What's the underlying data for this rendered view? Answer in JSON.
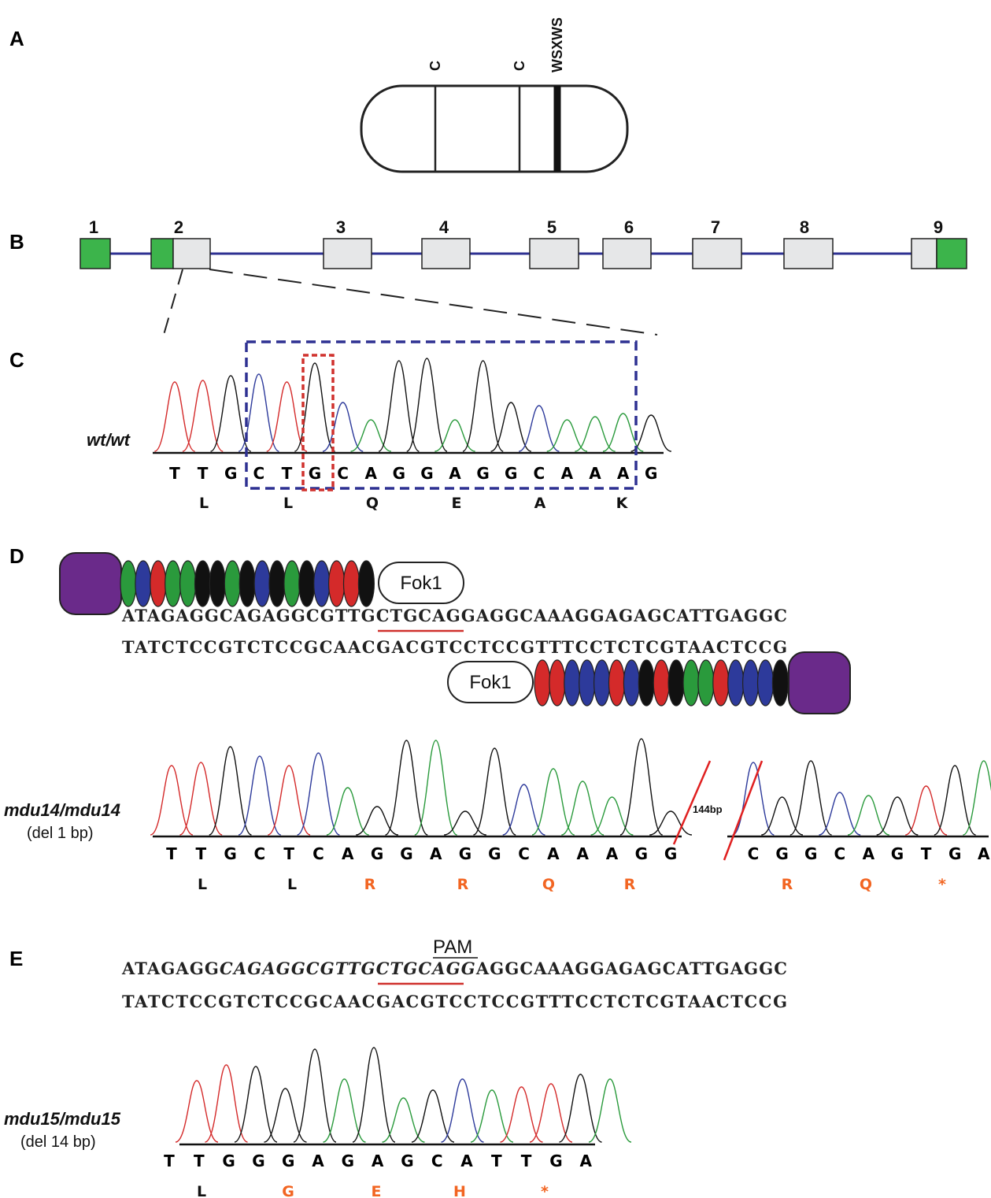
{
  "panels": {
    "A": "A",
    "B": "B",
    "C": "C",
    "D": "D",
    "E": "E"
  },
  "colors": {
    "exon_utr": "#3cb44b",
    "exon_cds": "#e6e7e8",
    "intron": "#2e3192",
    "box_dashed_blue": "#2e3192",
    "box_red": "#d0312d",
    "mutant_aa": "#f26522",
    "base_A": "#2a9a3c",
    "base_C": "#2d3a9b",
    "base_G": "#111111",
    "base_T": "#d42a2a",
    "tale_anchor": "#6a2a8a"
  },
  "panel_a": {
    "labels": [
      "C",
      "C",
      "WSXWS"
    ]
  },
  "panel_b": {
    "exons": [
      {
        "num": "1",
        "type": "utr"
      },
      {
        "num": "2",
        "type": "utr+cds"
      },
      {
        "num": "3",
        "type": "cds"
      },
      {
        "num": "4",
        "type": "cds"
      },
      {
        "num": "5",
        "type": "cds"
      },
      {
        "num": "6",
        "type": "cds"
      },
      {
        "num": "7",
        "type": "cds"
      },
      {
        "num": "8",
        "type": "cds"
      },
      {
        "num": "9",
        "type": "cds+utr"
      }
    ]
  },
  "panel_c": {
    "genotype": "wt/wt",
    "bases": [
      "T",
      "T",
      "G",
      "C",
      "T",
      "G",
      "C",
      "A",
      "G",
      "G",
      "A",
      "G",
      "G",
      "C",
      "A",
      "A",
      "A",
      "G"
    ],
    "aa": [
      {
        "aa": "L",
        "mutant": false
      },
      {
        "aa": "L",
        "mutant": false
      },
      {
        "aa": "Q",
        "mutant": false
      },
      {
        "aa": "E",
        "mutant": false
      },
      {
        "aa": "A",
        "mutant": false
      },
      {
        "aa": "K",
        "mutant": false
      }
    ]
  },
  "panel_d": {
    "fok_label": "Fok1",
    "dna_top": "ATAGAGGCAGAGGCGTTGCTGCAGGAGGCAAAGGAGAGCATTGAGGC",
    "dna_bottom": "TATCTCCGTCTCCGCAACGACGTCCTCCGTTTCCTCTCGTAACTCCG",
    "left_repeats": [
      "A",
      "C",
      "T",
      "A",
      "A",
      "G",
      "G",
      "A",
      "G",
      "C",
      "G",
      "A",
      "G",
      "C",
      "T",
      "T",
      "G"
    ],
    "right_repeats": [
      "T",
      "T",
      "C",
      "C",
      "C",
      "T",
      "C",
      "G",
      "T",
      "G",
      "A",
      "A",
      "T",
      "C",
      "C",
      "C",
      "G"
    ],
    "genotype": "mdu14/mdu14",
    "mutation": "(del 1 bp)",
    "gap_label": "144bp",
    "bases_left": [
      "T",
      "T",
      "G",
      "C",
      "T",
      "C",
      "A",
      "G",
      "G",
      "A",
      "G",
      "G",
      "C",
      "A",
      "A",
      "A",
      "G",
      "G"
    ],
    "aa_left": [
      {
        "aa": "L",
        "mutant": false
      },
      {
        "aa": "L",
        "mutant": false
      },
      {
        "aa": "R",
        "mutant": true
      },
      {
        "aa": "R",
        "mutant": true
      },
      {
        "aa": "Q",
        "mutant": true
      },
      {
        "aa": "R",
        "mutant": true
      }
    ],
    "bases_right": [
      "C",
      "G",
      "G",
      "C",
      "A",
      "G",
      "T",
      "G",
      "A"
    ],
    "aa_right": [
      {
        "aa": "R",
        "mutant": true
      },
      {
        "aa": "Q",
        "mutant": true
      },
      {
        "aa": "*",
        "mutant": true
      }
    ]
  },
  "panel_e": {
    "pam_label": "PAM",
    "dna_top_pre": "ATAGAGG",
    "dna_top_italic": "CAGAGGCGTTGCTGCAGG",
    "dna_top_post": "AGGCAAAGGAGAGCATTGAGGC",
    "dna_bottom": "TATCTCCGTCTCCGCAACGACGTCCTCCGTTTCCTCTCGTAACTCCG",
    "genotype": "mdu15/mdu15",
    "mutation": "(del 14 bp)",
    "bases": [
      "T",
      "T",
      "G",
      "G",
      "G",
      "A",
      "G",
      "A",
      "G",
      "C",
      "A",
      "T",
      "T",
      "G",
      "A"
    ],
    "aa": [
      {
        "aa": "L",
        "mutant": false
      },
      {
        "aa": "G",
        "mutant": true
      },
      {
        "aa": "E",
        "mutant": true
      },
      {
        "aa": "H",
        "mutant": true
      },
      {
        "aa": "*",
        "mutant": true
      }
    ]
  }
}
